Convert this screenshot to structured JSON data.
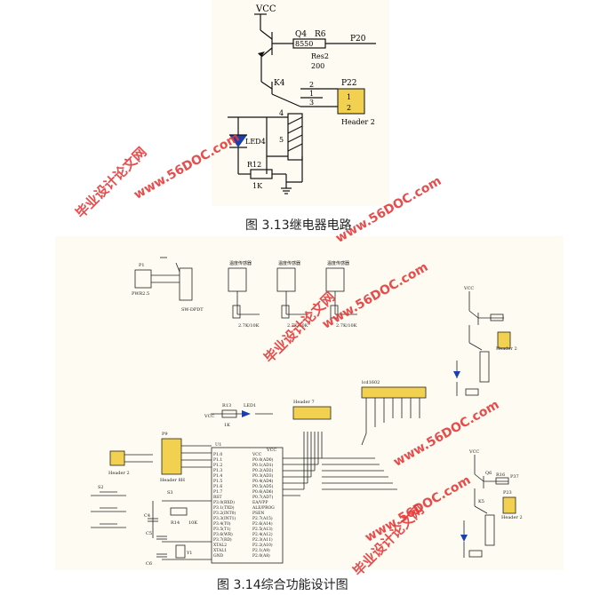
{
  "figure1": {
    "caption": "图 3.13继电器电路",
    "labels": {
      "vcc": "VCC",
      "q4": "Q4",
      "q4_part": "8550",
      "r6": "R6",
      "res2": "Res2",
      "r6_val": "200",
      "p20": "P20",
      "k4": "K4",
      "p22": "P22",
      "pin2": "2",
      "pin1": "1",
      "pin3": "3",
      "pin4": "4",
      "pin5": "5",
      "hdr1": "1",
      "hdr2": "2",
      "header": "Header 2",
      "led4": "LED4",
      "r12": "R12",
      "r12_val": "1K"
    }
  },
  "figure2": {
    "caption": "图 3.14综合功能设计图",
    "labels": {
      "vcc": "VCC",
      "u1": "U1",
      "p1": "P1",
      "p9": "P9",
      "header8": "Header 8H",
      "header2": "Header 2",
      "header7": "Header 7",
      "lcd": "lcd1602",
      "led": "LED1",
      "r13": "R13",
      "r13_val": "1K",
      "r14": "R14",
      "r14_val": "10K",
      "sensor_title": "温度传感器",
      "res_label": "2.7K/10K",
      "q6": "Q6",
      "r16": "R16",
      "p37": "P37",
      "k5": "K5",
      "p23": "P23",
      "s2": "S2",
      "s3": "S3",
      "c4": "C4",
      "c5": "C5",
      "c6": "C6",
      "y1": "Y1",
      "sw": "SW-DPDT",
      "pwr": "PWR2.5"
    },
    "pins_left": [
      "P1.0",
      "P1.1",
      "P1.2",
      "P1.3",
      "P1.4",
      "P1.5",
      "P1.6",
      "P1.7",
      "RST",
      "P3.0(RXD)",
      "P3.1(TXD)",
      "P3.2(INT0)",
      "P3.3(INT1)",
      "P3.4(T0)",
      "P3.5(T1)",
      "P3.6(WR)",
      "P3.7(RD)",
      "XTAL2",
      "XTAL1",
      "GND"
    ],
    "pins_right": [
      "VCC",
      "P0.0(AD0)",
      "P0.1(AD1)",
      "P0.2(AD2)",
      "P0.3(AD3)",
      "P0.4(AD4)",
      "P0.5(AD5)",
      "P0.6(AD6)",
      "P0.7(AD7)",
      "EA/VPP",
      "ALE/PROG",
      "PSEN",
      "P2.7(A15)",
      "P2.6(A14)",
      "P2.5(A13)",
      "P2.4(A12)",
      "P2.3(A11)",
      "P2.2(A10)",
      "P2.1(A9)",
      "P2.0(A8)"
    ]
  },
  "watermarks": [
    "毕业设计论文网",
    "www.56DOC.com"
  ]
}
